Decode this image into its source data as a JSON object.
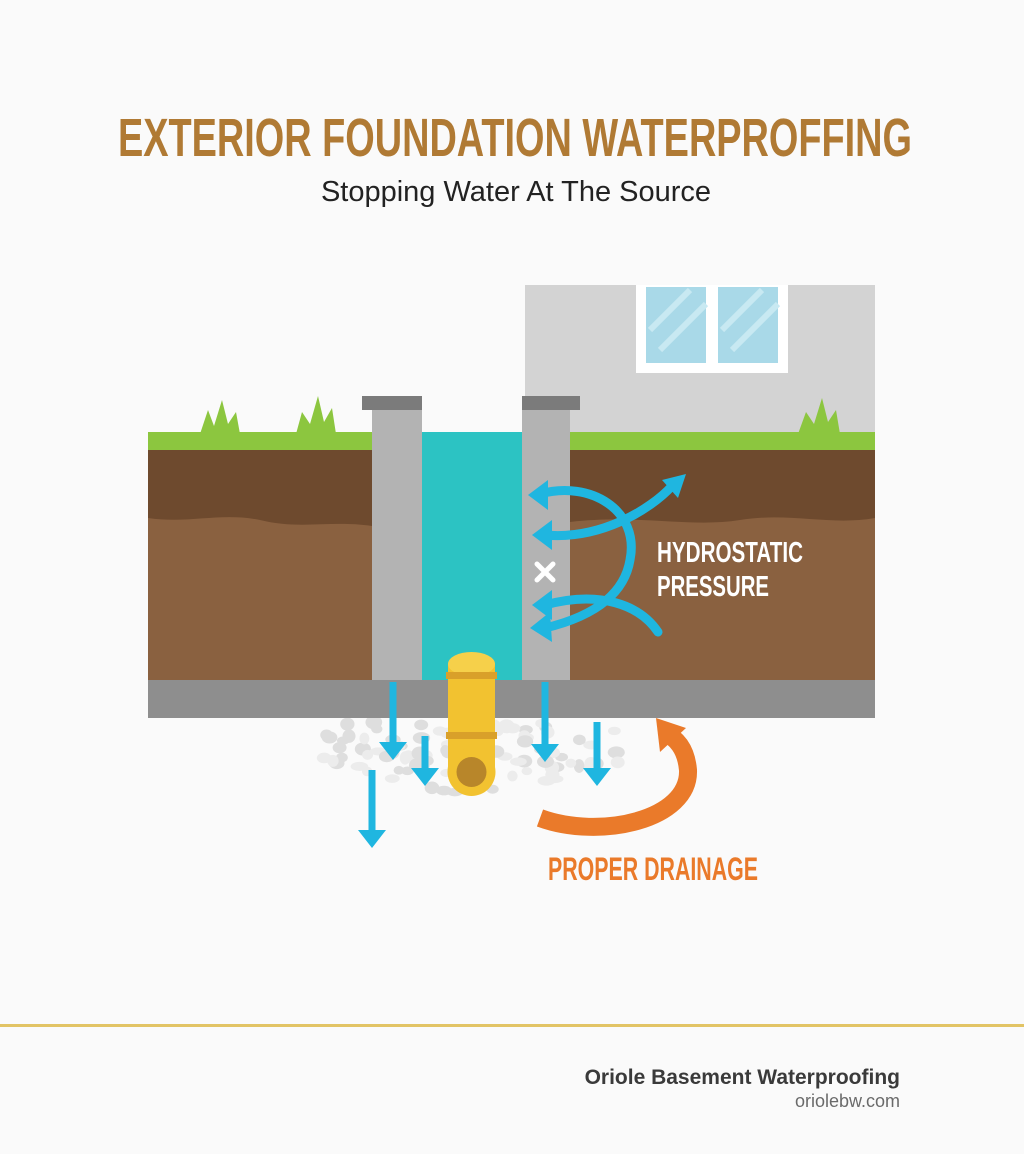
{
  "header": {
    "title": "EXTERIOR FOUNDATION WATERPROFFING",
    "subtitle": "Stopping Water At The Source"
  },
  "diagram": {
    "label_hydrostatic_line1": "HYDROSTATIC",
    "label_hydrostatic_line2": "PRESSURE",
    "label_drainage": "PROPER DRAINAGE",
    "icons": [
      "grass-tuft-icon",
      "window-icon",
      "drain-pipe-icon",
      "water-arrow-icon",
      "blocked-x-icon",
      "drainage-arrow-icon"
    ]
  },
  "footer": {
    "company": "Oriole Basement Waterproofing",
    "website": "oriolebw.com"
  },
  "colors": {
    "title": "#b07a34",
    "water": "#1fb6e0",
    "membrane": "#2cc3c3",
    "drainage": "#ea7a2a",
    "pipe": "#f2c230",
    "grass": "#8cc63f",
    "rule": "#e2c465"
  }
}
